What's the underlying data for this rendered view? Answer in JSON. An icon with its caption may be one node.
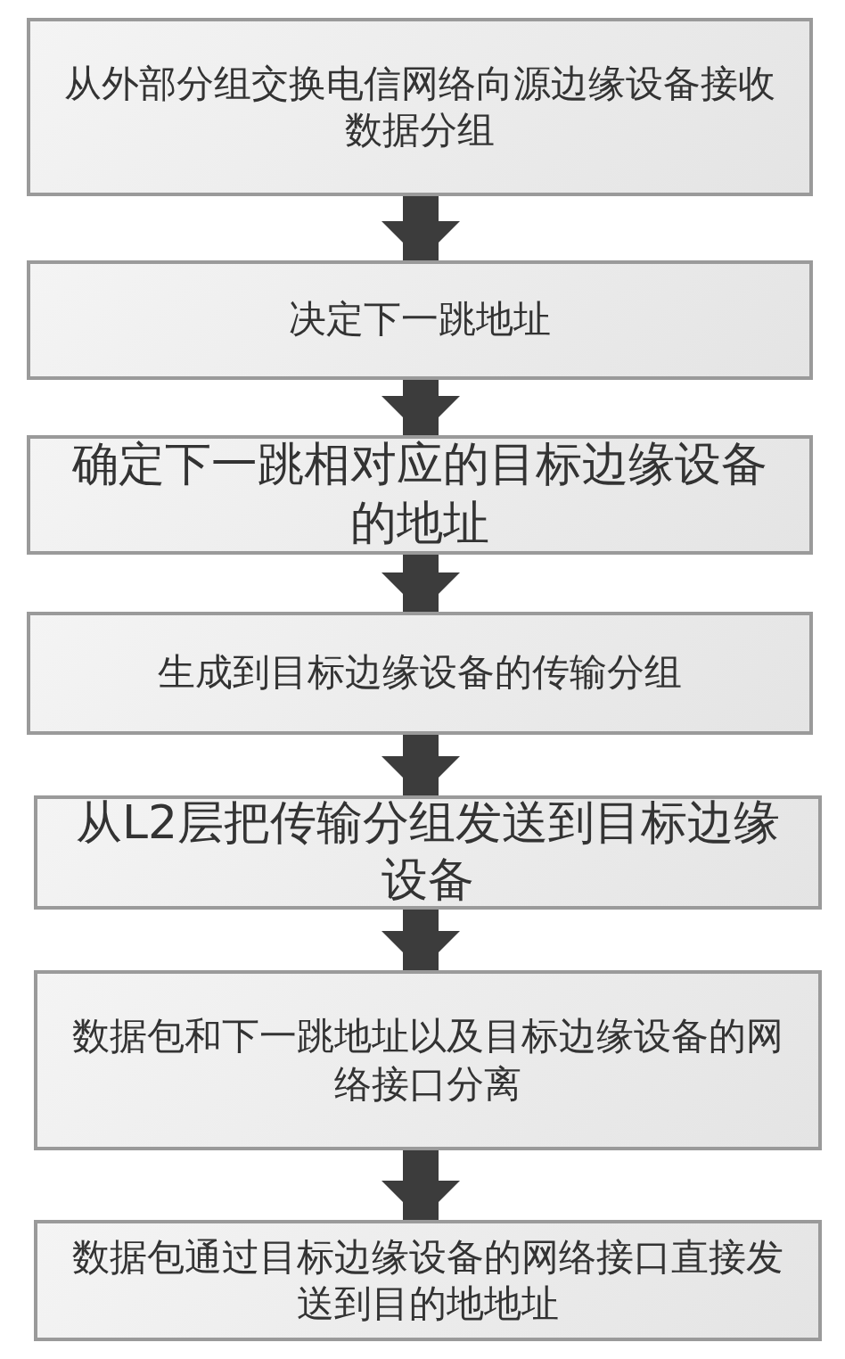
{
  "diagram": {
    "nodes": [
      {
        "text": [
          "从外部分组交换电信网络向源边缘设备接收数据分组"
        ]
      },
      {
        "text": [
          "决定下一跳地址"
        ]
      },
      {
        "text": [
          "确定下一跳相对应的目标边缘设备的地址"
        ]
      },
      {
        "text": [
          "生成到目标边缘设备的传输分组"
        ]
      },
      {
        "text": [
          "从L2层把传输分组发送到目标边缘设备"
        ]
      },
      {
        "text": [
          "数据包和下一跳地址以及目标边缘设备的网络接口分离"
        ]
      },
      {
        "text": [
          "数据包通过目标边缘设备的网络接口直接发送到目的地地址"
        ]
      }
    ],
    "edges": [
      {
        "from": 0,
        "to": 1,
        "arrow": "to"
      },
      {
        "from": 1,
        "to": 2,
        "arrow": "to"
      },
      {
        "from": 2,
        "to": 3,
        "arrow": "to"
      },
      {
        "from": 3,
        "to": 4,
        "arrow": "to"
      },
      {
        "from": 4,
        "to": 5,
        "arrow": "to"
      },
      {
        "from": 5,
        "to": 6,
        "arrow": "to"
      }
    ]
  }
}
